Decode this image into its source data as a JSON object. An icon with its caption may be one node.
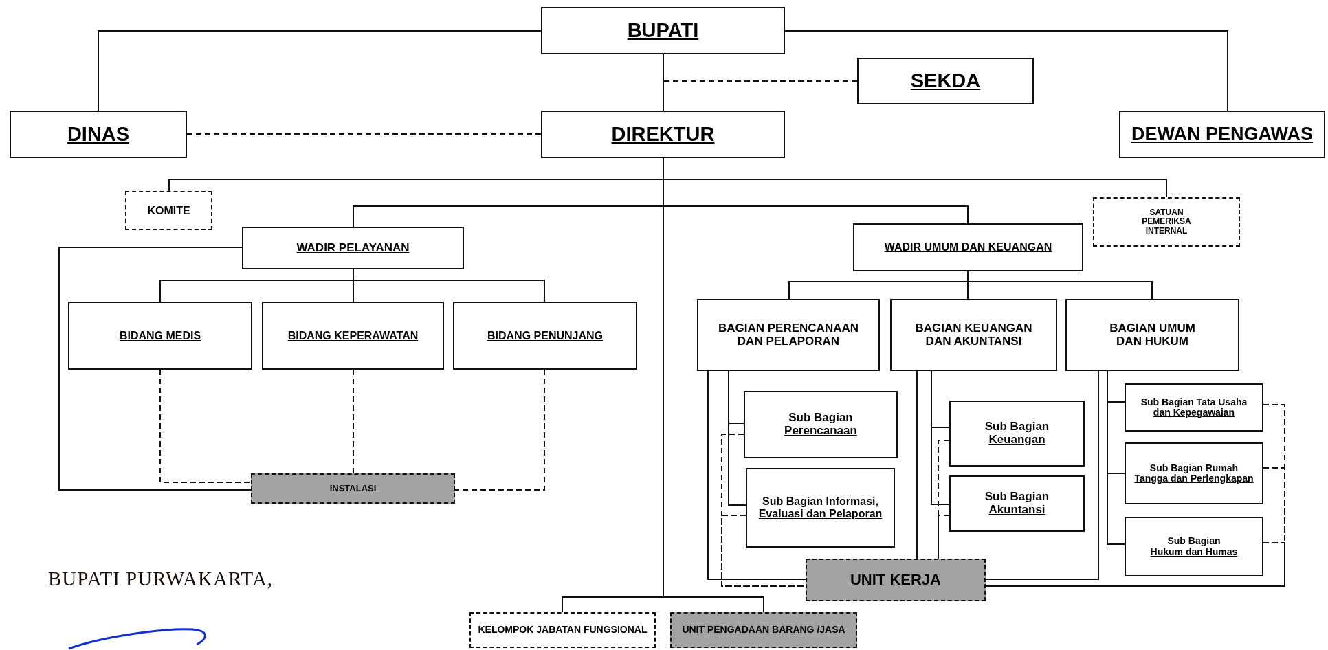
{
  "diagram": {
    "nodes": [
      {
        "text": [
          "BUPATI"
        ]
      },
      {
        "text": [
          "SEKDA"
        ]
      },
      {
        "text": [
          "DINAS"
        ]
      },
      {
        "text": [
          "DIREKTUR"
        ]
      },
      {
        "text": [
          "DEWAN PENGAWAS"
        ]
      },
      {
        "text": [
          "KOMITE"
        ]
      },
      {
        "text": [
          "SATUAN PEMERIKSA INTERNAL"
        ]
      },
      {
        "text": [
          "WADIR PELAYANAN"
        ]
      },
      {
        "text": [
          "WADIR UMUM DAN KEUANGAN"
        ]
      },
      {
        "text": [
          "BIDANG MEDIS"
        ]
      },
      {
        "text": [
          "BIDANG KEPERAWATAN"
        ]
      },
      {
        "text": [
          "BIDANG PENUNJANG"
        ]
      },
      {
        "text": [
          "INSTALASI"
        ]
      },
      {
        "text": [
          "BAGIAN  PERENCANAAN",
          "DAN PELAPORAN"
        ]
      },
      {
        "text": [
          "BAGIAN KEUANGAN",
          "DAN AKUNTANSI"
        ]
      },
      {
        "text": [
          "BAGIAN UMUM",
          "DAN HUKUM"
        ]
      },
      {
        "text": [
          "Sub Bagian",
          "Perencanaan"
        ]
      },
      {
        "text": [
          "Sub Bagian Informasi,",
          "Evaluasi dan Pelaporan"
        ]
      },
      {
        "text": [
          "Sub Bagian",
          "Keuangan"
        ]
      },
      {
        "text": [
          "Sub Bagian",
          "Akuntansi"
        ]
      },
      {
        "text": [
          "Sub Bagian Tata Usaha",
          "dan Kepegawaian"
        ]
      },
      {
        "text": [
          "Sub Bagian Rumah",
          "Tangga dan Perlengkapan"
        ]
      },
      {
        "text": [
          "Sub Bagian",
          "Hukum dan Humas"
        ]
      },
      {
        "text": [
          "UNIT KERJA"
        ]
      },
      {
        "text": [
          "KELOMPOK JABATAN FUNGSIONAL"
        ]
      },
      {
        "text": [
          "UNIT PENGADAAN BARANG /JASA"
        ]
      }
    ],
    "edges": [
      {
        "from": 0,
        "to": 2,
        "arrow": "none"
      },
      {
        "from": 0,
        "to": 4,
        "arrow": "none"
      },
      {
        "from": 0,
        "to": 3,
        "arrow": "none"
      },
      {
        "from": 1,
        "to": 3,
        "arrow": "none",
        "style": "dashed"
      },
      {
        "from": 2,
        "to": 3,
        "arrow": "none",
        "style": "dashed"
      },
      {
        "from": 3,
        "to": 5,
        "arrow": "none"
      },
      {
        "from": 3,
        "to": 6,
        "arrow": "none"
      },
      {
        "from": 3,
        "to": 7,
        "arrow": "none"
      },
      {
        "from": 3,
        "to": 8,
        "arrow": "none"
      },
      {
        "from": 3,
        "to": 24,
        "arrow": "none"
      },
      {
        "from": 3,
        "to": 25,
        "arrow": "none"
      },
      {
        "from": 7,
        "to": 9,
        "arrow": "none"
      },
      {
        "from": 7,
        "to": 10,
        "arrow": "none"
      },
      {
        "from": 7,
        "to": 11,
        "arrow": "none"
      },
      {
        "from": 7,
        "to": 12,
        "arrow": "none"
      },
      {
        "from": 9,
        "to": 12,
        "arrow": "none",
        "style": "dashed"
      },
      {
        "from": 10,
        "to": 12,
        "arrow": "none",
        "style": "dashed"
      },
      {
        "from": 11,
        "to": 12,
        "arrow": "none",
        "style": "dashed"
      },
      {
        "from": 8,
        "to": 13,
        "arrow": "none"
      },
      {
        "from": 8,
        "to": 14,
        "arrow": "none"
      },
      {
        "from": 8,
        "to": 15,
        "arrow": "none"
      },
      {
        "from": 13,
        "to": 16,
        "arrow": "none"
      },
      {
        "from": 13,
        "to": 17,
        "arrow": "none"
      },
      {
        "from": 13,
        "to": 23,
        "arrow": "none"
      },
      {
        "from": 14,
        "to": 18,
        "arrow": "none"
      },
      {
        "from": 14,
        "to": 19,
        "arrow": "none"
      },
      {
        "from": 14,
        "to": 23,
        "arrow": "none"
      },
      {
        "from": 15,
        "to": 20,
        "arrow": "none"
      },
      {
        "from": 15,
        "to": 21,
        "arrow": "none"
      },
      {
        "from": 15,
        "to": 22,
        "arrow": "none"
      },
      {
        "from": 15,
        "to": 23,
        "arrow": "none"
      },
      {
        "from": 16,
        "to": 23,
        "arrow": "none",
        "style": "dashed"
      },
      {
        "from": 17,
        "to": 23,
        "arrow": "none",
        "style": "dashed"
      },
      {
        "from": 18,
        "to": 23,
        "arrow": "none",
        "style": "dashed"
      },
      {
        "from": 19,
        "to": 23,
        "arrow": "none",
        "style": "dashed"
      },
      {
        "from": 20,
        "to": 23,
        "arrow": "none",
        "style": "dashed"
      },
      {
        "from": 21,
        "to": 23,
        "arrow": "none",
        "style": "dashed"
      },
      {
        "from": 22,
        "to": 23,
        "arrow": "none",
        "style": "dashed"
      }
    ],
    "labels": [
      "BUPATI PURWAKARTA,"
    ]
  }
}
